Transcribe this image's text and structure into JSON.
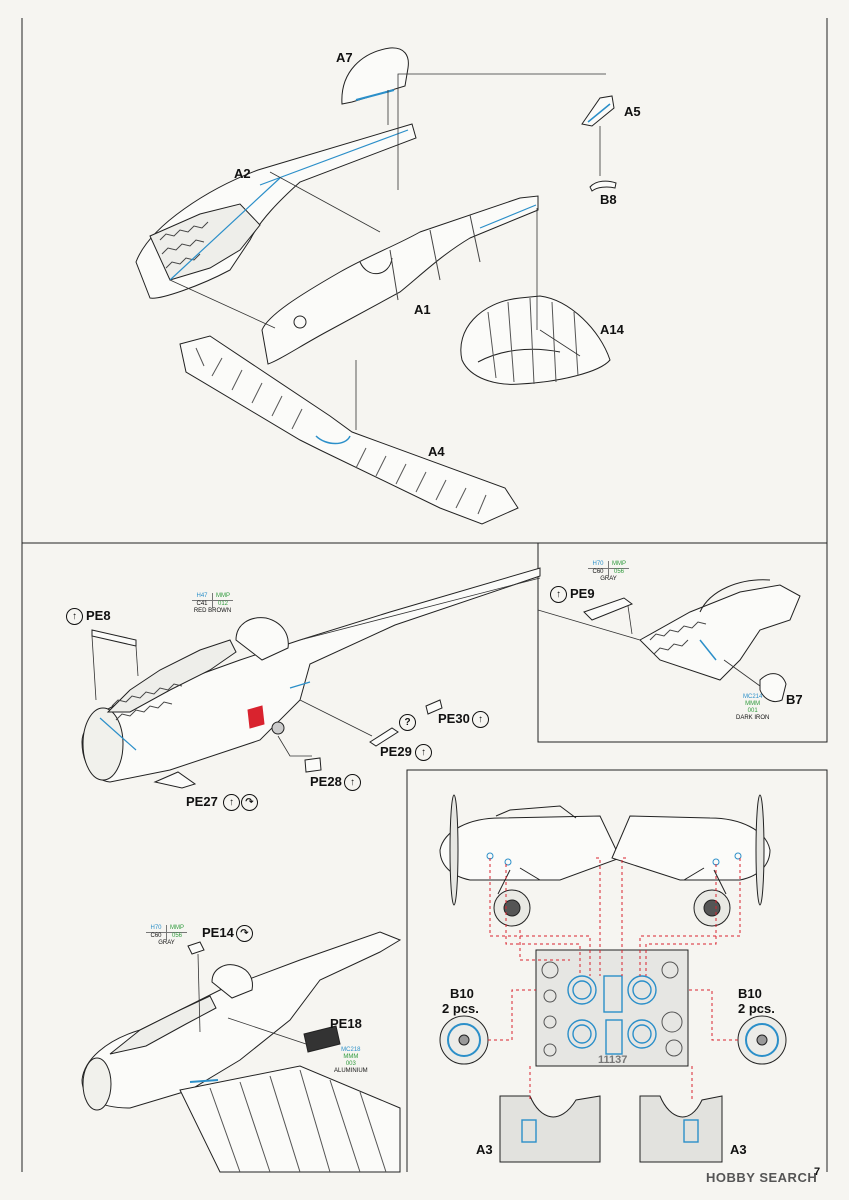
{
  "step1_labels": {
    "a7": "A7",
    "a5": "A5",
    "a2": "A2",
    "b8": "B8",
    "a1": "A1",
    "a14": "A14",
    "a4": "A4"
  },
  "step2_labels": {
    "pe8": "PE8",
    "pe27": "PE27",
    "pe28": "PE28",
    "pe29": "PE29",
    "pe30": "PE30"
  },
  "step2_color": {
    "h": "H47",
    "m": "MMP",
    "c": "C41",
    "n": "012",
    "name": "RED BROWN"
  },
  "step3_labels": {
    "pe9": "PE9",
    "b7": "B7"
  },
  "step3_color_top": {
    "h": "H70",
    "m": "MMP",
    "c": "C60",
    "n": "056",
    "name": "GRAY"
  },
  "step3_color_b7": {
    "m1": "MC214",
    "m2": "MMM",
    "n": "001",
    "name": "DARK IRON"
  },
  "step4_labels": {
    "pe14": "PE14",
    "pe18": "PE18"
  },
  "step4_color_top": {
    "h": "H70",
    "m": "MMP",
    "c": "C60",
    "n": "056",
    "name": "GRAY"
  },
  "step4_color_pe18": {
    "m1": "MC218",
    "m2": "MMM",
    "n": "003",
    "name": "ALUMINIUM"
  },
  "step5_labels": {
    "b10_left": "B10",
    "pcs_left": "2 pcs.",
    "b10_right": "B10",
    "pcs_right": "2 pcs.",
    "a3_left": "A3",
    "a3_right": "A3",
    "fret_code": "11137"
  },
  "icons": {
    "flip": "flip-arrow-icon",
    "bend": "bend-icon",
    "question": "question-icon"
  },
  "footer": {
    "page_number": "7",
    "watermark": "HOBBY SEARCH"
  },
  "colors": {
    "accent_blue": "#2b8fc9",
    "accent_red": "#d9232e",
    "accent_green": "#2f9a3c"
  }
}
